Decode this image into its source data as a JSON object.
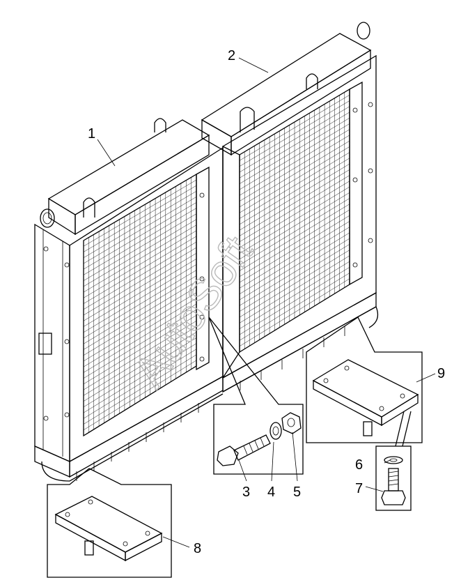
{
  "diagram": {
    "callouts": [
      {
        "id": "1",
        "label": "1"
      },
      {
        "id": "2",
        "label": "2"
      },
      {
        "id": "3",
        "label": "3"
      },
      {
        "id": "4",
        "label": "4"
      },
      {
        "id": "5",
        "label": "5"
      },
      {
        "id": "6",
        "label": "6"
      },
      {
        "id": "7",
        "label": "7"
      },
      {
        "id": "8",
        "label": "8"
      },
      {
        "id": "9",
        "label": "9"
      }
    ],
    "watermark": "AutoSoft",
    "colors": {
      "line": "#000000",
      "watermark": "#b9b9b9",
      "background": "#ffffff"
    }
  }
}
